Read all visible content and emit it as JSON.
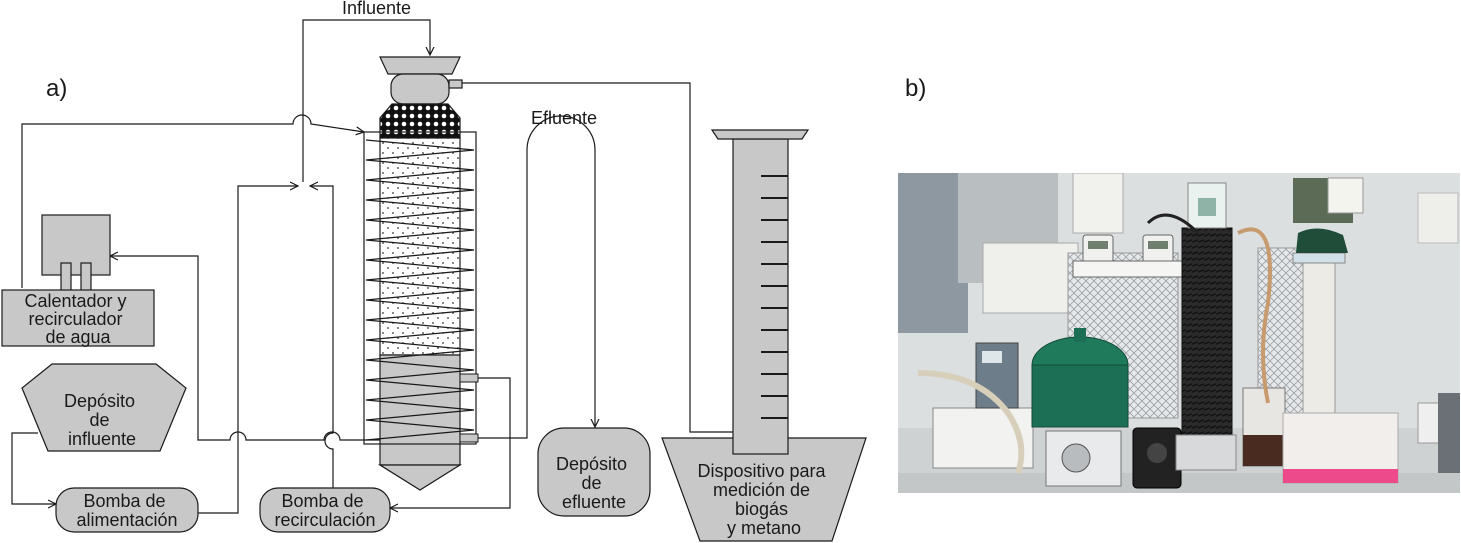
{
  "panel_a": {
    "label": "a)",
    "influent_label": "Influente",
    "effluent_label": "Efluente",
    "heater": {
      "lines": [
        "Calentador y",
        "recirculador",
        "de agua"
      ]
    },
    "influent_tank": {
      "lines": [
        "Depósito",
        "de",
        "influente"
      ]
    },
    "feed_pump": {
      "lines": [
        "Bomba de",
        "alimentación"
      ]
    },
    "recirc_pump": {
      "lines": [
        "Bomba de",
        "recirculación"
      ]
    },
    "effluent_tank": {
      "lines": [
        "Depósito",
        "de",
        "efluente"
      ]
    },
    "biogas_device": {
      "lines": [
        "Dispositivo para",
        "medición de",
        "biogás",
        "y metano"
      ]
    }
  },
  "panel_b": {
    "label": "b)"
  },
  "colors": {
    "component_fill": "#c8c8c8",
    "line": "#1a1a1a"
  }
}
